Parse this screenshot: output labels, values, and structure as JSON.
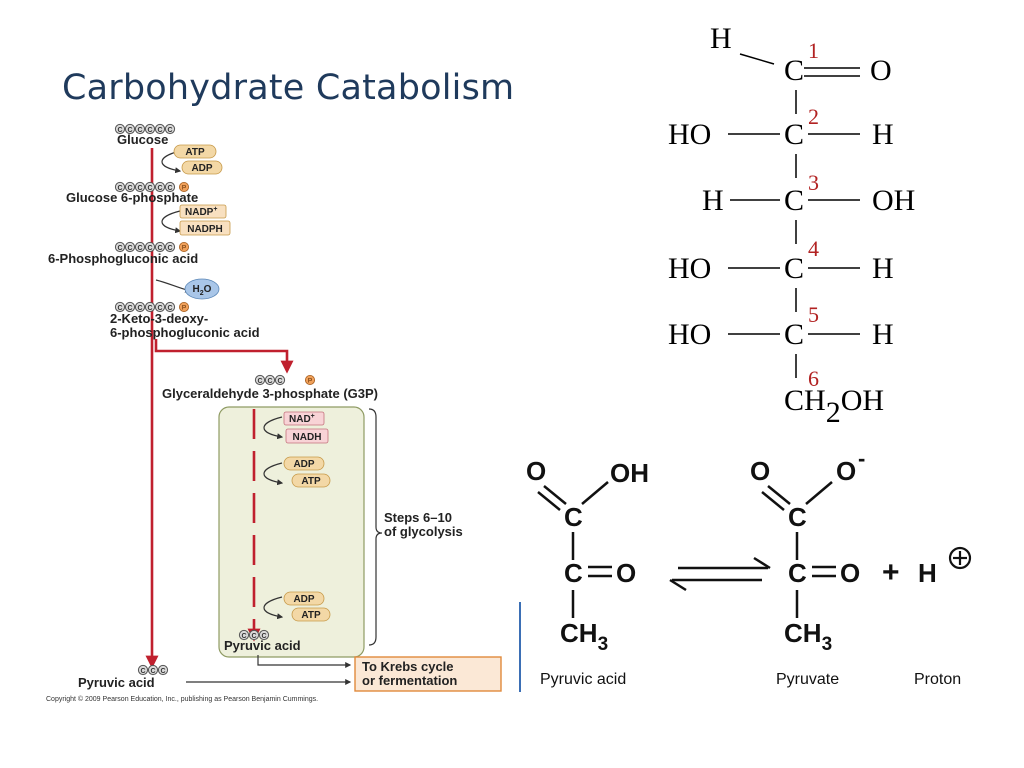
{
  "slide": {
    "title": "Carbohydrate Catabolism"
  },
  "pathway": {
    "glucose": "Glucose",
    "atp": "ATP",
    "adp": "ADP",
    "glucose6p": "Glucose 6-phosphate",
    "nadp": "NADP",
    "nadp_sup": "+",
    "nadph": "NADPH",
    "phosphogluconic": "6-Phosphogluconic acid",
    "h2o_h": "H",
    "h2o_2": "2",
    "h2o_o": "O",
    "kdpg_line1": "2-Keto-3-deoxy-",
    "kdpg_line2": "6-phosphogluconic acid",
    "g3p": "Glyceraldehyde 3-phosphate (G3P)",
    "nad": "NAD",
    "nad_sup": "+",
    "nadh": "NADH",
    "adp2": "ADP",
    "atp2": "ATP",
    "adp3": "ADP",
    "atp3": "ATP",
    "steps_line1": "Steps 6–10",
    "steps_line2": "of glycolysis",
    "pyruvic_inner": "Pyruvic acid",
    "krebs_line1": "To Krebs cycle",
    "krebs_line2": "or fermentation",
    "pyruvic_outer": "Pyruvic acid",
    "p": "P",
    "c": "C",
    "copyright": "Copyright © 2009 Pearson Education, Inc., publishing as Pearson Benjamin Cummings."
  },
  "glucose_structure": {
    "h_top": "H",
    "c": "C",
    "o": "O",
    "ho": "HO",
    "h": "H",
    "oh": "OH",
    "ch2oh_ch": "CH",
    "ch2oh_2": "2",
    "ch2oh_oh": "OH",
    "n1": "1",
    "n2": "2",
    "n3": "3",
    "n4": "4",
    "n5": "5",
    "n6": "6",
    "number_color": "#b22222"
  },
  "pyruvate": {
    "o": "O",
    "oh": "OH",
    "c": "C",
    "ch": "CH",
    "sub3": "3",
    "minus": "-",
    "plus": "+",
    "h": "H",
    "circled_plus": "⊕",
    "label_acid": "Pyruvic acid",
    "label_pyruvate": "Pyruvate",
    "label_proton": "Proton"
  },
  "colors": {
    "title": "#1f3a5c",
    "arrow_red": "#c0202e",
    "panel_fill": "#eef0dc",
    "pill_atp": "#f3d8a6",
    "pill_nad": "#f8d3d6",
    "krebs_border": "#e08a3c"
  }
}
